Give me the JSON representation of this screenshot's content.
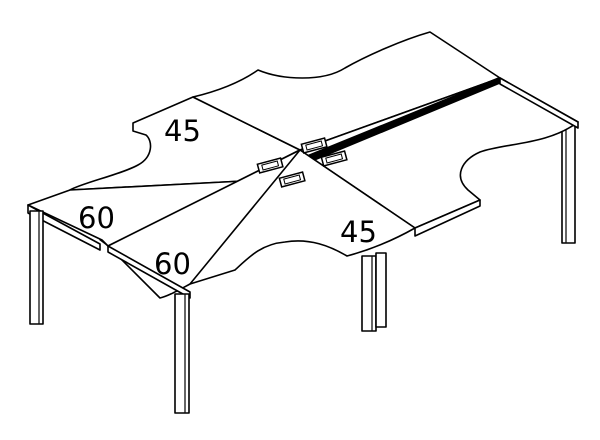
{
  "drawing": {
    "line_color": "#000000",
    "background": "#ffffff",
    "labels": {
      "back_left": "45",
      "front_left_end": "60",
      "front_left": "60",
      "front_right": "45"
    }
  }
}
